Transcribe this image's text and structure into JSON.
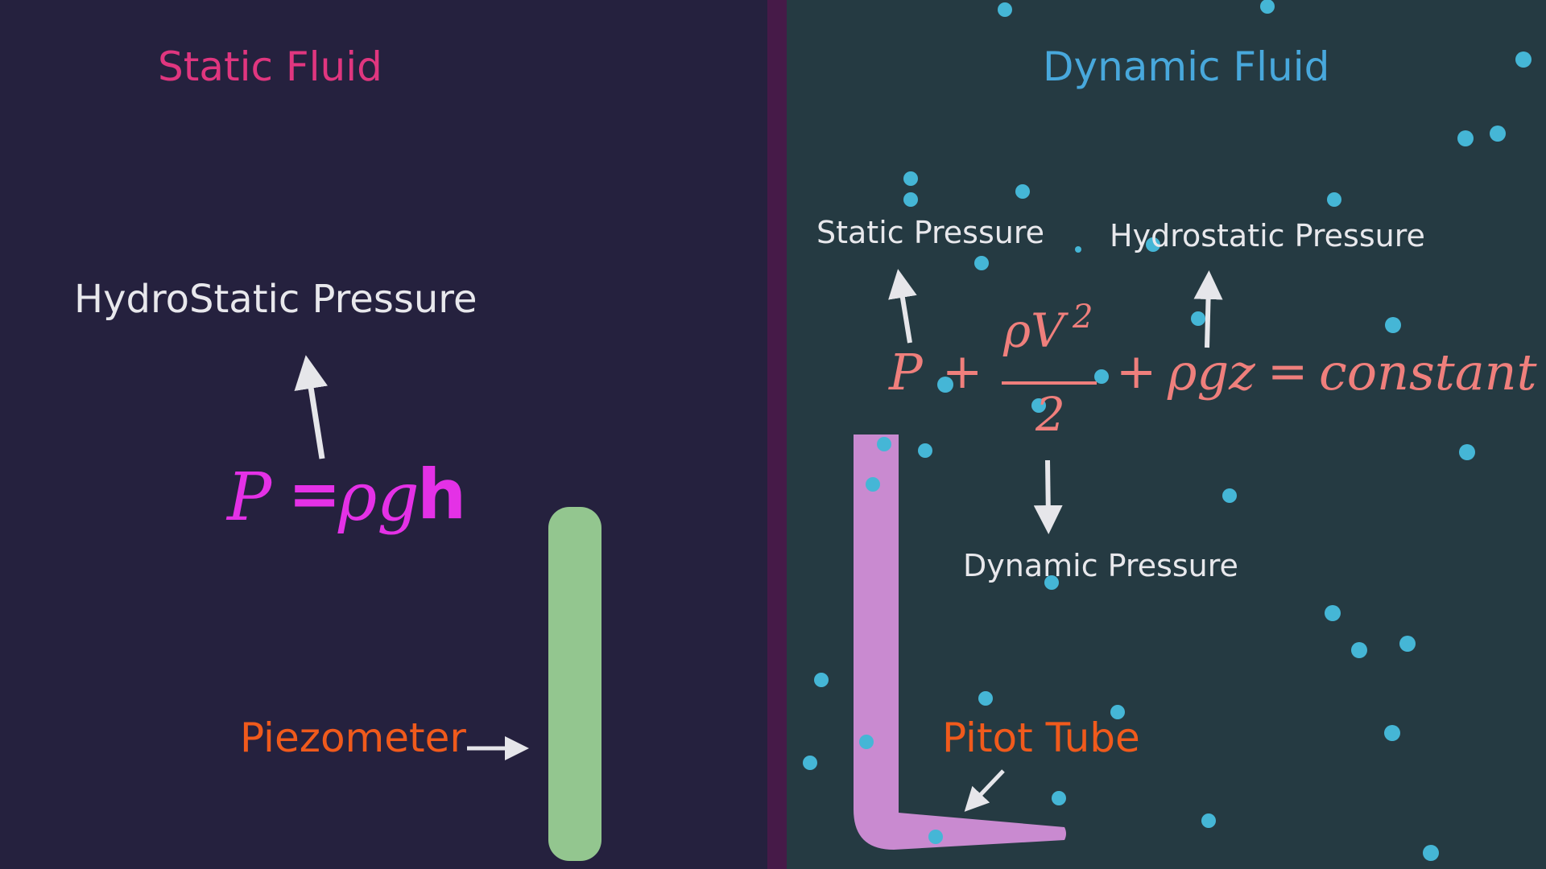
{
  "left": {
    "title": "Static Fluid",
    "title_color": "#e0367f",
    "pressure_label": "HydroStatic Pressure",
    "equation": {
      "P": "P",
      "eq": "=",
      "rhog": "ρg",
      "h": "h",
      "color": "#e431e6"
    },
    "instrument_label": "Piezometer",
    "instrument_color": "#f05a1c",
    "tube_color": "#93c68f"
  },
  "right": {
    "title": "Dynamic Fluid",
    "title_color": "#48a8dc",
    "static_label": "Static Pressure",
    "hydrostatic_label": "Hydrostatic Pressure",
    "dynamic_label": "Dynamic Pressure",
    "equation": {
      "P": "P",
      "plus1": "+",
      "numerator": "ρV",
      "exponent": "2",
      "denominator": "2",
      "plus2": "+",
      "rhogz": "ρgz",
      "equals": "=",
      "constant": "constant",
      "color": "#ef7f7c"
    },
    "instrument_label": "Pitot Tube",
    "instrument_color": "#f05a1c",
    "tube_color": "#c98ad0",
    "particle_color": "#45b6d6"
  }
}
